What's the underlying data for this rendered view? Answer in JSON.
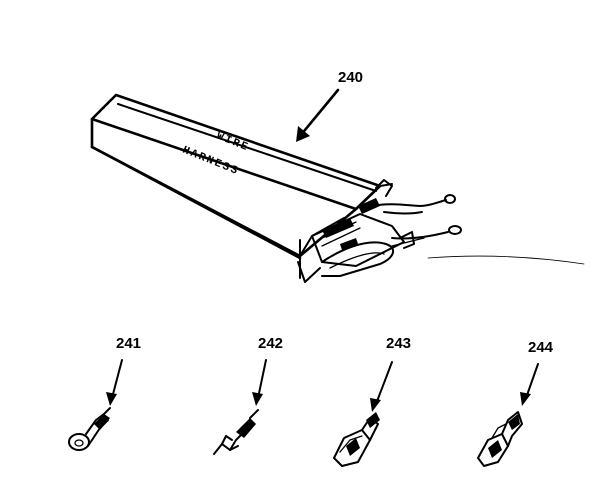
{
  "parts": [
    {
      "ref": "240",
      "name": "wire-harness"
    },
    {
      "ref": "241",
      "name": "ring-terminal"
    },
    {
      "ref": "242",
      "name": "spade-terminal"
    },
    {
      "ref": "243",
      "name": "female-quick-connect"
    },
    {
      "ref": "244",
      "name": "flag-terminal"
    }
  ],
  "package_label": {
    "line1": "WIRE",
    "line2": "HARNESS"
  }
}
